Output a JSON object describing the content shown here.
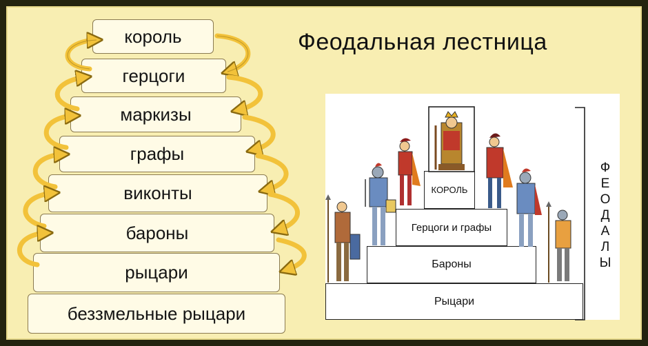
{
  "title": "Феодальная лестница",
  "ladder": [
    "король",
    "герцоги",
    "маркизы",
    "графы",
    "виконты",
    "бароны",
    "рыцари",
    "беззмельные рыцари"
  ],
  "pyramid": {
    "tiers": [
      "КОРОЛЬ",
      "Герцоги и графы",
      "Бароны",
      "Рыцари"
    ],
    "side_label": [
      "Ф",
      "Е",
      "О",
      "Д",
      "А",
      "Л",
      "Ы"
    ]
  },
  "colors": {
    "background": "#f8eeb2",
    "arrow": "#f2c23a",
    "frame": "#23230f"
  },
  "icons": [
    "curved-arrow-icon",
    "king-figure-icon",
    "knight-figure-icon",
    "noble-figure-icon"
  ]
}
